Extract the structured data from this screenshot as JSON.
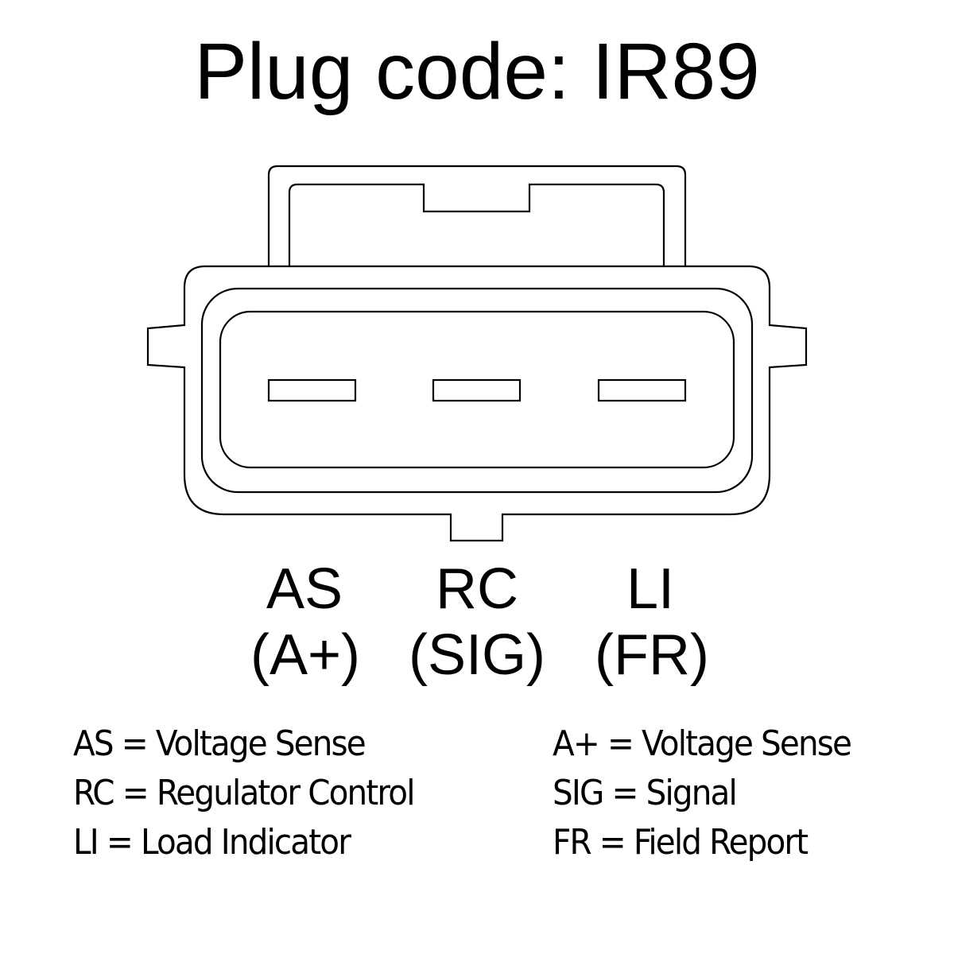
{
  "title": "Plug code: IR89",
  "colors": {
    "stroke": "#000000",
    "background": "#ffffff"
  },
  "pins": [
    {
      "code": "AS",
      "alt": "(A+)"
    },
    {
      "code": "RC",
      "alt": "(SIG)"
    },
    {
      "code": "LI",
      "alt": "(FR)"
    }
  ],
  "legend": {
    "left": [
      "AS = Voltage Sense",
      "RC = Regulator Control",
      "LI = Load Indicator"
    ],
    "right": [
      "A+ = Voltage Sense",
      "SIG = Signal",
      "FR = Field Report"
    ]
  }
}
